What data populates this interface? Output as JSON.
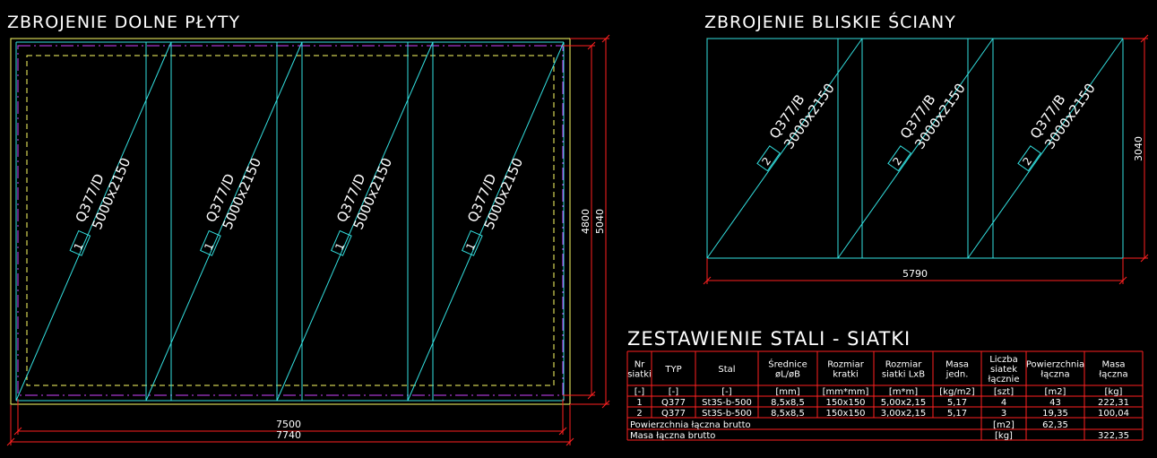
{
  "colors": {
    "background": "#000000",
    "text": "#ffffff",
    "outline": "#ffff66",
    "mesh": "#33e0e0",
    "dimension": "#ff2020",
    "purple": "#cc44ff",
    "table_line": "#ff2020"
  },
  "slab": {
    "title": "ZBROJENIE DOLNE PŁYTY",
    "mesh_label": {
      "number": "1",
      "type": "Q377/D",
      "size": "5000x2150"
    },
    "mesh_count": 4,
    "dims": {
      "inner_width": "7500",
      "outer_width": "7740",
      "inner_height": "4800",
      "outer_height": "5040"
    }
  },
  "wall": {
    "title": "ZBROJENIE BLISKIE ŚCIANY",
    "mesh_label": {
      "number": "2",
      "type": "Q377/B",
      "size": "3000x2150"
    },
    "mesh_count": 3,
    "dims": {
      "width": "5790",
      "height": "3040"
    }
  },
  "table": {
    "title": "ZESTAWIENIE STALI - SIATKI",
    "headers": [
      [
        "Nr",
        "siatki"
      ],
      [
        "TYP"
      ],
      [
        "Stal"
      ],
      [
        "Średnice",
        "øL/øB"
      ],
      [
        "Rozmiar",
        "kratki"
      ],
      [
        "Rozmiar",
        "siatki LxB"
      ],
      [
        "Masa",
        "jedn."
      ],
      [
        "Liczba",
        "siatek",
        "łącznie"
      ],
      [
        "Powierzchnia",
        "łączna"
      ],
      [
        "Masa",
        "łączna"
      ]
    ],
    "units": [
      "[-]",
      "[-]",
      "[-]",
      "[mm]",
      "[mm*mm]",
      "[m*m]",
      "[kg/m2]",
      "[szt]",
      "[m2]",
      "[kg]"
    ],
    "rows": [
      [
        "1",
        "Q377",
        "St3S-b-500",
        "8,5x8,5",
        "150x150",
        "5,00x2,15",
        "5,17",
        "4",
        "43",
        "222,31"
      ],
      [
        "2",
        "Q377",
        "St3S-b-500",
        "8,5x8,5",
        "150x150",
        "3,00x2,15",
        "5,17",
        "3",
        "19,35",
        "100,04"
      ]
    ],
    "total_area": {
      "label": "Powierzchnia łączna brutto",
      "unit": "[m2]",
      "value": "62,35"
    },
    "total_mass": {
      "label": "Masa łączna brutto",
      "unit": "[kg]",
      "value": "322,35"
    }
  }
}
